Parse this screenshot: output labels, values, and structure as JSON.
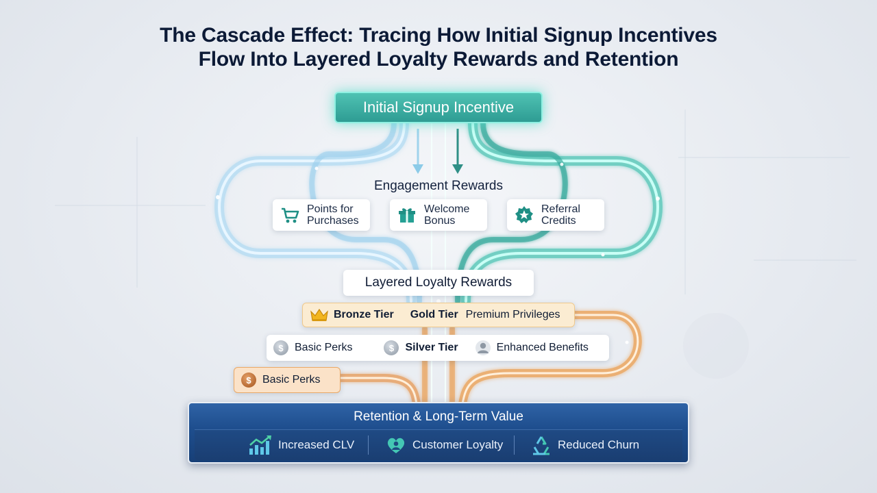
{
  "title_line1": "The Cascade Effect: Tracing How Initial Signup Incentives",
  "title_line2": "Flow Into Layered Loyalty Rewards and Retention",
  "signup": "Initial Signup Incentive",
  "engagement": {
    "label": "Engagement Rewards",
    "items": [
      {
        "line1": "Points for",
        "line2": "Purchases",
        "icon": "cart-icon"
      },
      {
        "line1": "Welcome",
        "line2": "Bonus",
        "icon": "gift-icon"
      },
      {
        "line1": "Referral",
        "line2": "Credits",
        "icon": "star-badge-icon"
      }
    ]
  },
  "loyalty": {
    "label": "Layered Loyalty Rewards",
    "row1": {
      "a": "Bronze Tier",
      "b": "Gold Tier",
      "c": "Premium Privileges",
      "icon": "crown-icon"
    },
    "row2": {
      "a": "Basic Perks",
      "b": "Silver Tier",
      "c": "Enhanced Benefits"
    },
    "row3": {
      "a": "Basic Perks"
    }
  },
  "retention": {
    "title": "Retention & Long-Term Value",
    "items": [
      {
        "label": "Increased CLV",
        "icon": "growth-chart-icon"
      },
      {
        "label": "Customer Loyalty",
        "icon": "heart-people-icon"
      },
      {
        "label": "Reduced Churn",
        "icon": "recycle-icon"
      }
    ]
  },
  "colors": {
    "blue_flow": "#8ec8ea",
    "teal_flow": "#3fb8aa",
    "orange_flow": "#e9a25a",
    "retention_bg": "#1f4f8f"
  }
}
